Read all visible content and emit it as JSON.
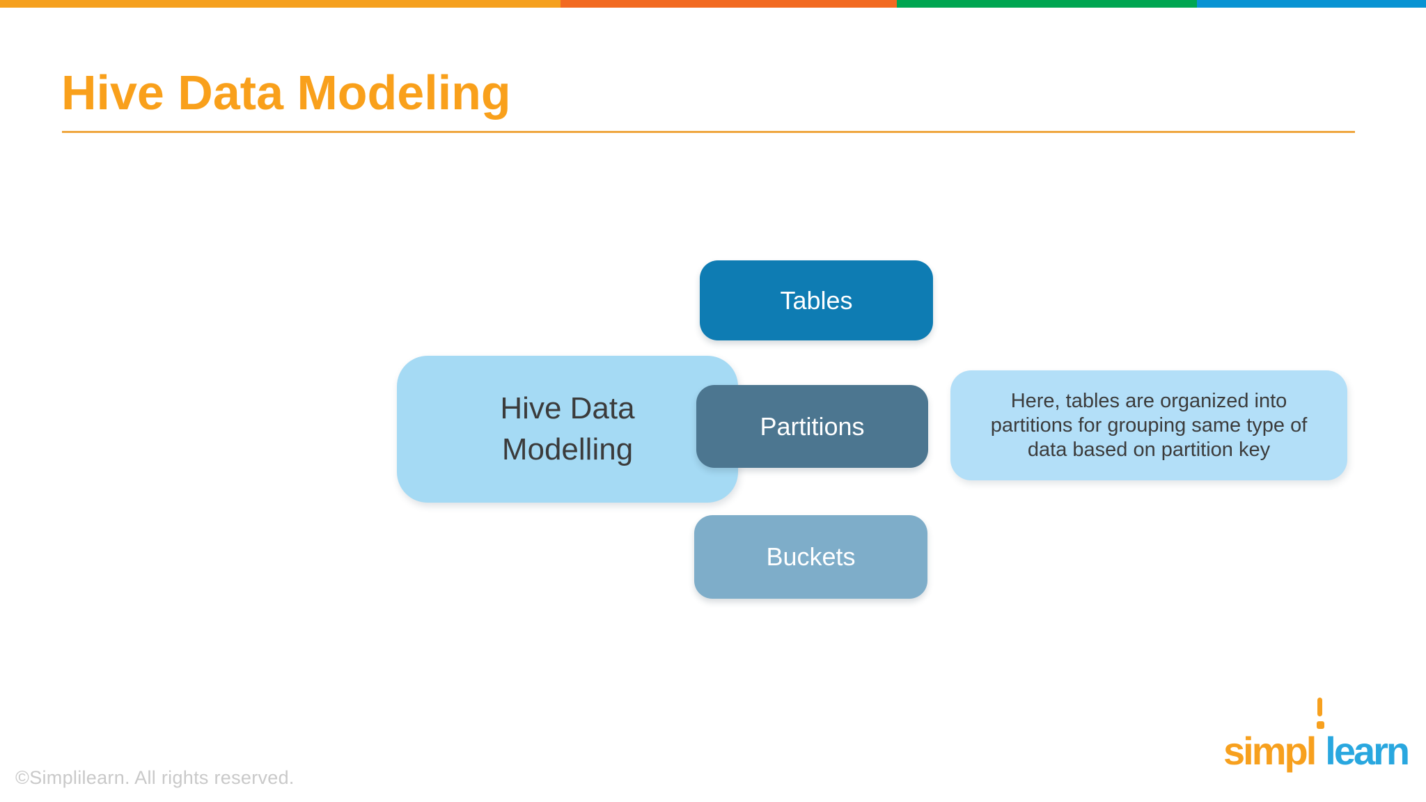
{
  "slide": {
    "title": "Hive Data Modeling",
    "title_color": "#F9A01B",
    "divider_color": "#EFA63E"
  },
  "top_bar": {
    "segments": [
      {
        "name": "orange",
        "color": "#F5A01E"
      },
      {
        "name": "dark-orange",
        "color": "#F26A21"
      },
      {
        "name": "green",
        "color": "#00A651"
      },
      {
        "name": "blue",
        "color": "#0993D3"
      }
    ]
  },
  "diagram": {
    "root": {
      "label_line1": "Hive Data",
      "label_line2": "Modelling",
      "color": "#A5DAF4",
      "text_color": "#3B3B3B"
    },
    "nodes": [
      {
        "label": "Tables",
        "color": "#0E7CB3",
        "text_color": "#FFFFFF"
      },
      {
        "label": "Partitions",
        "color": "#4C7690",
        "text_color": "#FFFFFF"
      },
      {
        "label": "Buckets",
        "color": "#7EADC9",
        "text_color": "#FFFFFF"
      }
    ],
    "callout": {
      "text": "Here, tables are organized into partitions for grouping same type of data based on partition key",
      "color": "#B3DFF8",
      "text_color": "#3B3B3B"
    }
  },
  "footer": {
    "copyright": "©Simplilearn. All rights reserved.",
    "logo": {
      "part1": "simpl",
      "part2": "learn",
      "orange": "#F7A01E",
      "blue": "#29A7DF"
    }
  }
}
